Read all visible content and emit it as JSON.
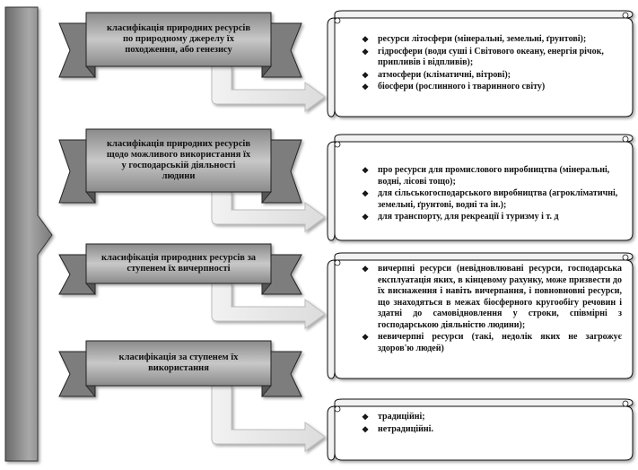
{
  "ribbons": [
    {
      "lines": [
        "класифікація природних ресурсів",
        "по природному джерелу їх",
        "походження, або генезису"
      ]
    },
    {
      "lines": [
        "класифікація природних ресурсів",
        "щодо можливого використання їх",
        "у господарській діяльності",
        "людини"
      ]
    },
    {
      "lines": [
        "класифікація природних ресурсів за",
        "ступенем їх вичерпності"
      ]
    },
    {
      "lines": [
        "класифікація за ступенем їх",
        "використання"
      ]
    }
  ],
  "scrolls": [
    {
      "items": [
        "ресурси літосфери (мінеральні, земельні, ґрунтові);",
        "гідросфери (води суші і Світового океану, енергія річок, припливів і відпливів);",
        "атмосфери (кліматичні, вітрові);",
        "біосфери (рослинного і тваринного світу)"
      ]
    },
    {
      "items": [
        "про ресурси для промислового виробництва (мінеральні, водні, лісові тощо);",
        "для сільськогосподарського виробництва (агрокліматичні, земельні, ґрунтові, водні та ін.);",
        "для транспорту, для рекреації і туризму і т. д"
      ]
    },
    {
      "items": [
        "вичерпні ресурси (невідновлювані ресурси, господарська експлуатація яких, в кінцевому рахунку, може призвести до їх виснаження і навіть вичерпання, і повновновні ресурси, що знаходяться в межах біосферного кругообігу речовин і здатні до самовідновлення у строки, співмірні з господарською діяльністю людини);",
        "невичерпні ресурси (такі, недолік яких не загрожує здоров'ю людей)"
      ]
    },
    {
      "items": [
        "традиційні;",
        "нетрадиційні."
      ]
    }
  ],
  "colors": {
    "bar_fill": "#8c8c8c",
    "ribbon_fill": "#9a9a9a",
    "arrow_fill": "#e6e6e6",
    "scroll_fill": "#ffffff",
    "outline": "#111111"
  },
  "bullet_glyph": "❖"
}
